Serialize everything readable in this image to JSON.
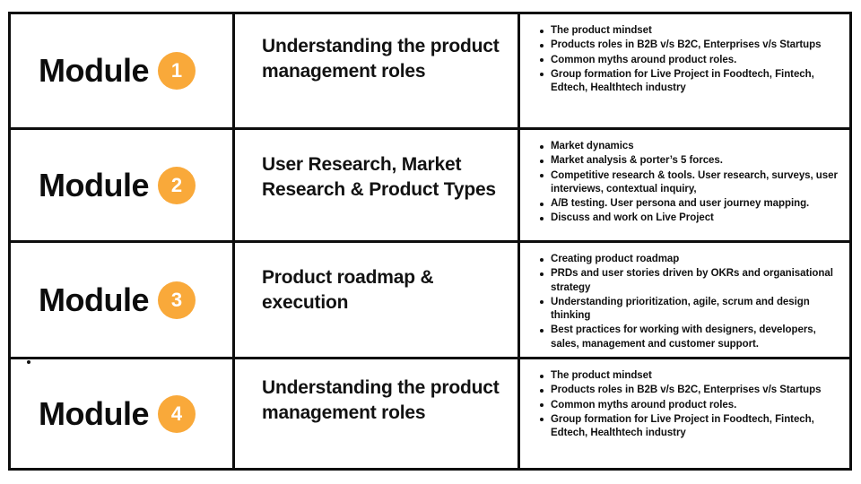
{
  "theme": {
    "accent_color": "#f9a93a",
    "text_color": "#111111",
    "border_color": "#0d0d0d",
    "background": "#ffffff",
    "badge_text_color": "#ffffff"
  },
  "table": {
    "columns": [
      "module",
      "title",
      "topics"
    ],
    "rows": [
      {
        "module_label": "Module",
        "module_number": "1",
        "title": "Understanding the product management roles",
        "bullets": [
          "The product mindset",
          "Products roles in B2B v/s B2C, Enterprises v/s Startups",
          "Common myths around product roles.",
          "Group formation for Live Project in Foodtech, Fintech, Edtech, Healthtech industry"
        ]
      },
      {
        "module_label": "Module",
        "module_number": "2",
        "title": "User Research, Market Research & Product Types",
        "bullets": [
          "Market dynamics",
          "Market analysis & porter’s 5 forces.",
          "Competitive research & tools. User research, surveys, user interviews, contextual inquiry,",
          "A/B testing. User persona and user journey mapping.",
          "Discuss and work on Live Project"
        ]
      },
      {
        "module_label": "Module",
        "module_number": "3",
        "title": "Product roadmap & execution",
        "bullets": [
          "Creating product roadmap",
          "PRDs and user stories driven by OKRs and organisational strategy",
          "Understanding prioritization, agile, scrum and design thinking",
          "Best practices for working with designers, developers, sales, management and customer support."
        ]
      },
      {
        "module_label": "Module",
        "module_number": "4",
        "title": "Understanding the product management roles",
        "bullets": [
          "The product mindset",
          "Products roles in B2B v/s B2C, Enterprises v/s Startups",
          "Common myths around product roles.",
          "Group formation for Live Project in Foodtech, Fintech, Edtech, Healthtech industry"
        ]
      }
    ]
  }
}
